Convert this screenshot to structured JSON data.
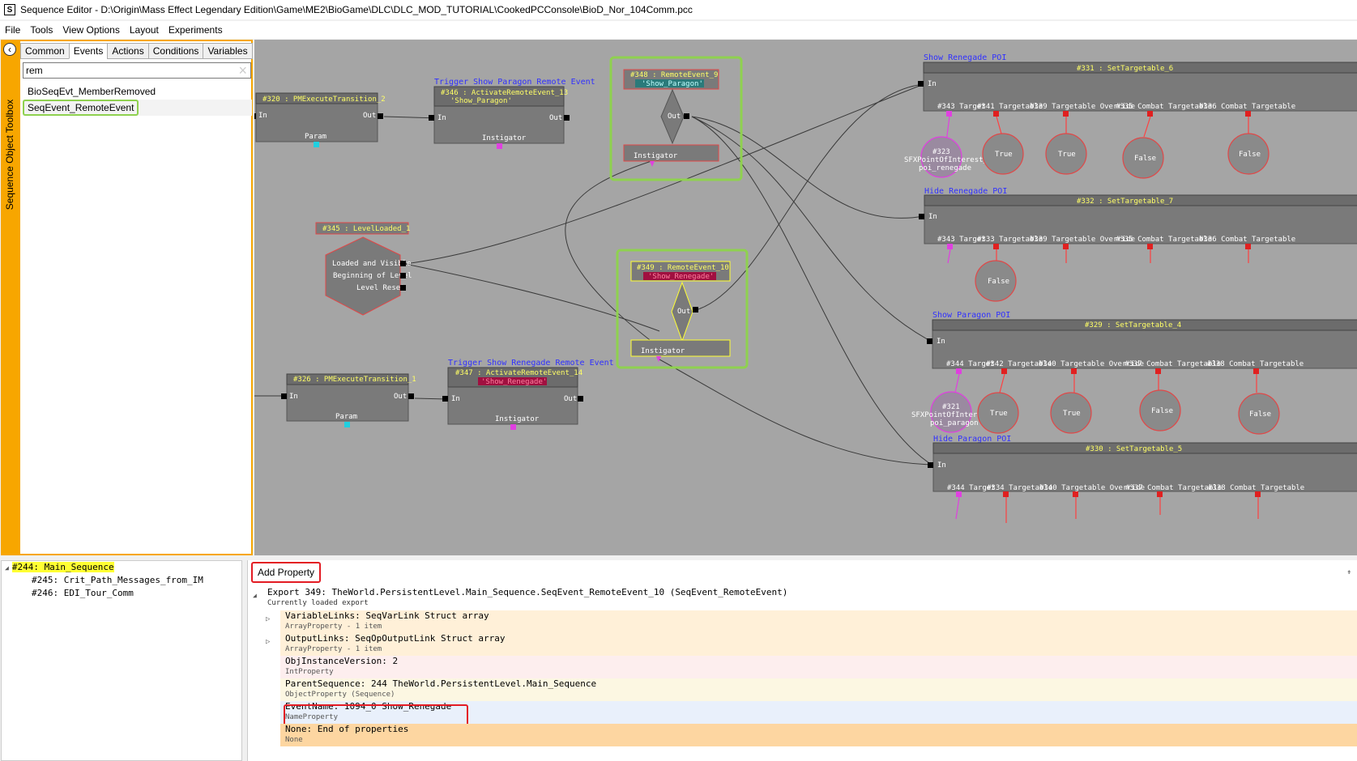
{
  "window": {
    "title": "Sequence Editor - D:\\Origin\\Mass Effect Legendary Edition\\Game\\ME2\\BioGame\\DLC\\DLC_MOD_TUTORIAL\\CookedPCConsole\\BioD_Nor_104Comm.pcc",
    "app_icon": "S"
  },
  "menu": [
    "File",
    "Tools",
    "View Options",
    "Layout",
    "Experiments"
  ],
  "toolbox": {
    "strip_label": "Sequence Object Toolbox",
    "collapse_icon": "‹",
    "tabs": [
      "Common",
      "Events",
      "Actions",
      "Conditions",
      "Variables"
    ],
    "active_tab": "Events",
    "search_value": "rem",
    "clear_icon": "×",
    "results": [
      "BioSeqEvt_MemberRemoved",
      "SeqEvent_RemoteEvent"
    ],
    "selected_result": "SeqEvent_RemoteEvent"
  },
  "canvas": {
    "nodes": {
      "n320": {
        "title": "#320 : PMExecuteTransition_2",
        "in": "In",
        "out": "Out",
        "var": "Param"
      },
      "n346": {
        "caption": "Trigger Show Paragon Remote Event",
        "title": "#346 : ActivateRemoteEvent_13",
        "subtitle": "'Show_Paragon'",
        "in": "In",
        "out": "Out",
        "var": "Instigator"
      },
      "n348": {
        "title": "#348 : RemoteEvent_9",
        "subtitle": "'Show_Paragon'",
        "out": "Out",
        "var": "Instigator"
      },
      "n345": {
        "title": "#345 : LevelLoaded_1",
        "out1": "Loaded and Visible",
        "out2": "Beginning of Level",
        "out3": "Level Reset"
      },
      "n349": {
        "title": "#349 : RemoteEvent_10",
        "subtitle": "'Show_Renegade'",
        "out": "Out",
        "var": "Instigator"
      },
      "n326": {
        "title": "#326 : PMExecuteTransition_1",
        "in": "In",
        "out": "Out",
        "var": "Param"
      },
      "n347": {
        "caption": "Trigger Show Renegade Remote Event",
        "title": "#347 : ActivateRemoteEvent_14",
        "subtitle": "'Show_Renegade'",
        "in": "In",
        "out": "Out",
        "var": "Instigator"
      },
      "n331": {
        "caption": "Show Renegade POI",
        "title": "#331 : SetTargetable_6",
        "in": "In",
        "vars": [
          "#343 Target",
          "#341 Targetable",
          "#339 Targetable Override",
          "#335 Combat Targetable",
          "#336 Combat Targetable"
        ]
      },
      "n332": {
        "caption": "Hide Renegade POI",
        "title": "#332 : SetTargetable_7",
        "in": "In",
        "vars": [
          "#343 Target",
          "#333 Targetable",
          "#339 Targetable Override",
          "#335 Combat Targetable",
          "#336 Combat Targetable"
        ]
      },
      "n329": {
        "caption": "Show Paragon POI",
        "title": "#329 : SetTargetable_4",
        "in": "In",
        "vars": [
          "#344 Target",
          "#342 Targetable",
          "#340 Targetable Override",
          "#337 Combat Targetable",
          "#338 Combat Targetable"
        ]
      },
      "n330": {
        "caption": "Hide Paragon POI",
        "title": "#330 : SetTargetable_5",
        "in": "In",
        "vars": [
          "#344 Target",
          "#334 Targetable",
          "#340 Targetable Override",
          "#337 Combat Targetable",
          "#338 Combat Targetable"
        ]
      }
    },
    "vars": {
      "v323": [
        "#323",
        "SFXPointOfInterest_S",
        "poi_renegade"
      ],
      "v321": [
        "#321",
        "SFXPointOfInterest_S",
        "poi_paragon"
      ],
      "b_true": "True",
      "b_false": "False"
    }
  },
  "tree": {
    "root": "#244: Main_Sequence",
    "children": [
      "#245: Crit_Path_Messages_from_IM",
      "#246: EDI_Tour_Comm"
    ]
  },
  "properties": {
    "add_button": "Add Property",
    "export_line": "Export 349: TheWorld.PersistentLevel.Main_Sequence.SeqEvent_RemoteEvent_10 (SeqEvent_RemoteEvent)",
    "export_sub": "Currently loaded export",
    "rows": [
      {
        "main": "VariableLinks: SeqVarLink Struct array",
        "sub": "ArrayProperty - 1 item",
        "color": "#fff0d8"
      },
      {
        "main": "OutputLinks: SeqOpOutputLink Struct array",
        "sub": "ArrayProperty - 1 item",
        "color": "#fff0d8"
      },
      {
        "main": "ObjInstanceVersion: 2",
        "sub": "IntProperty",
        "color": "#fdeeee"
      },
      {
        "main": "ParentSequence: 244 TheWorld.PersistentLevel.Main_Sequence",
        "sub": "ObjectProperty (Sequence)",
        "color": "#fcf7e2"
      },
      {
        "main": "EventName: 1094_0 Show_Renegade",
        "sub": "NameProperty",
        "color": "#e9f0fb"
      },
      {
        "main": "None: End of properties",
        "sub": "None",
        "color": "#fdd6a1"
      }
    ]
  },
  "colors": {
    "toolbox_accent": "#f7a600",
    "canvas_bg": "#a5a5a5",
    "highlight_green": "#8fd14f",
    "highlight_red": "#e31b23",
    "var_link_magenta": "#e040e0",
    "var_link_cyan": "#20d0e0",
    "caption_blue": "#3030ff"
  }
}
